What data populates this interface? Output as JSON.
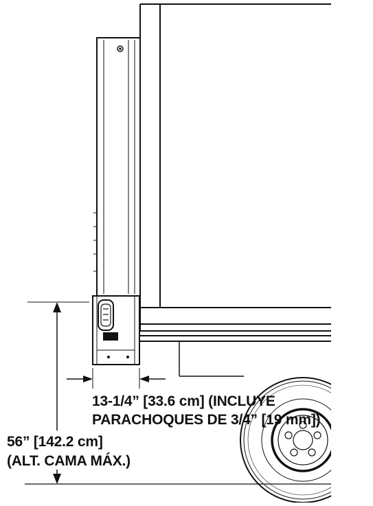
{
  "dimensions": {
    "width_line1": "13-1/4” [33.6 cm] (INCLUYE",
    "width_line2": "PARACHOQUES DE 3/4” [19 mm])",
    "height_line1": "56” [142.2 cm]",
    "height_line2": "(ALT. CAMA MÁX.)"
  },
  "colors": {
    "line": "#111111",
    "background": "#ffffff"
  }
}
